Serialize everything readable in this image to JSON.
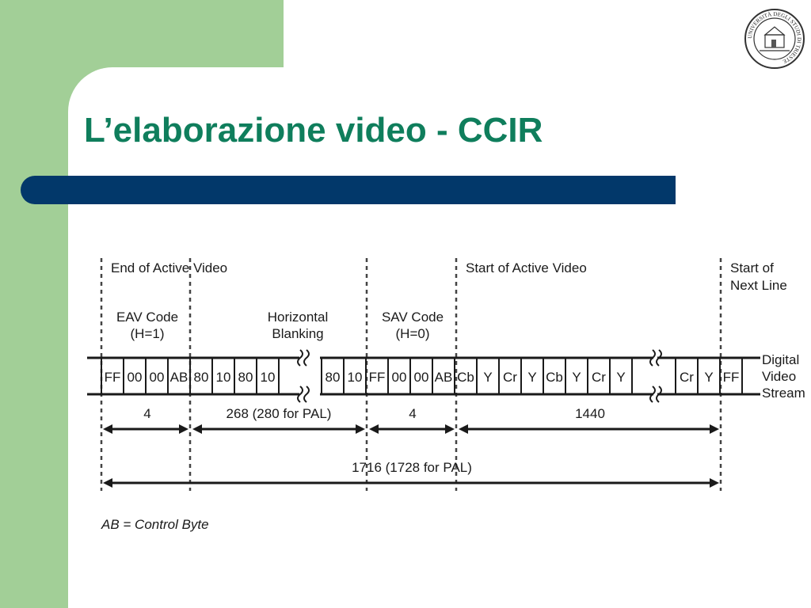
{
  "slide": {
    "title": "L’elaborazione video - CCIR",
    "colors": {
      "title": "#0f7e5c",
      "bar": "#02386a",
      "side": "#a2cf97"
    },
    "seal_text": "UNIVERSITÀ DEGLI STUDI DI TRIESTE"
  },
  "diagram": {
    "labels": {
      "end_active": "End of Active Video",
      "start_active": "Start of Active Video",
      "start_next_1": "Start of",
      "start_next_2": "Next Line",
      "eav_1": "EAV Code",
      "eav_2": "(H=1)",
      "hb_1": "Horizontal",
      "hb_2": "Blanking",
      "sav_1": "SAV Code",
      "sav_2": "(H=0)",
      "stream_1": "Digital",
      "stream_2": "Video",
      "stream_3": "Stream",
      "note": "AB = Control Byte"
    },
    "cells": [
      [
        "FF",
        "00",
        "00",
        "AB",
        "80",
        "10",
        "80",
        "10"
      ],
      [
        "80",
        "10",
        "FF",
        "00",
        "00",
        "AB",
        "Cb",
        "Y",
        "Cr",
        "Y",
        "Cb",
        "Y",
        "Cr",
        "Y"
      ],
      [
        "Cr",
        "Y",
        "FF"
      ]
    ],
    "spans": {
      "eav": "4",
      "blank": "268 (280 for PAL)",
      "sav": "4",
      "active": "1440",
      "total": "1716 (1728 for PAL)"
    }
  }
}
